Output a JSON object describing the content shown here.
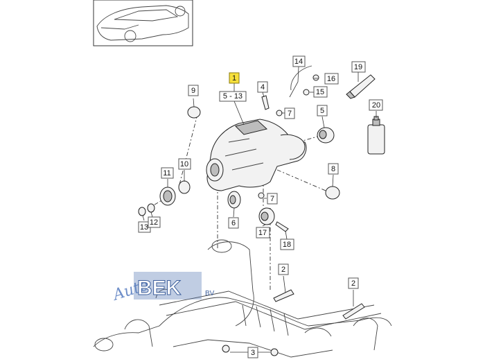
{
  "diagram": {
    "callouts": {
      "c1": "1",
      "c5_13": "5 - 13",
      "c2a": "2",
      "c2b": "2",
      "c3": "3",
      "c4": "4",
      "c5": "5",
      "c6": "6",
      "c7a": "7",
      "c7b": "7",
      "c8": "8",
      "c9": "9",
      "c10": "10",
      "c11": "11",
      "c12": "12",
      "c13": "13",
      "c14": "14",
      "c15": "15",
      "c16": "16",
      "c17": "17",
      "c18": "18",
      "c19": "19",
      "c20": "20"
    },
    "highlight_color": "#f7e03c"
  },
  "watermark": {
    "script": "Auto",
    "main": "BEK",
    "suffix": "BV"
  }
}
